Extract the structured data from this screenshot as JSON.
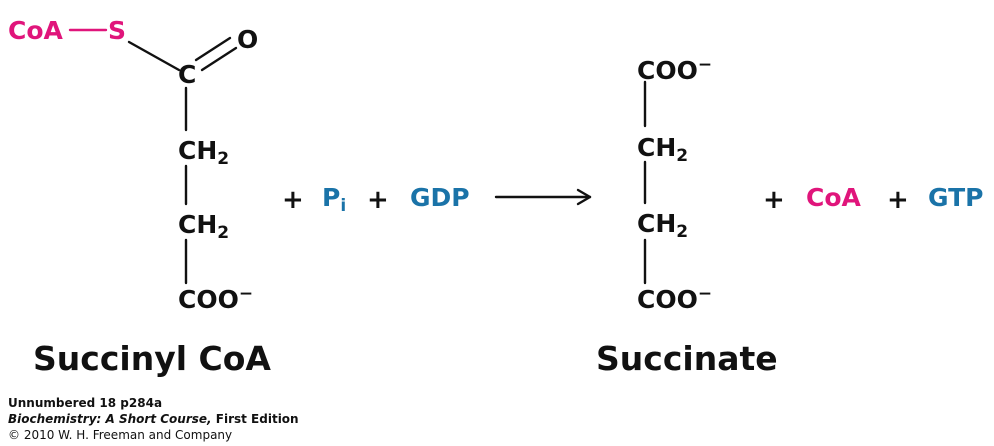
{
  "reaction": {
    "reactant": {
      "coa_label": "CoA",
      "sulfur": "S",
      "carbonyl_c": "C",
      "oxygen": "O",
      "ch_upper": "CH",
      "ch_upper_sub": "2",
      "ch_lower": "CH",
      "ch_lower_sub": "2",
      "carboxylate": "COO",
      "carboxylate_charge": "−",
      "name": "Succinyl CoA"
    },
    "reagents": {
      "plus_1": "+",
      "pi_label": "P",
      "pi_sub": "i",
      "plus_2": "+",
      "gdp": "GDP"
    },
    "product": {
      "top_carboxylate": "COO",
      "top_charge": "−",
      "ch_upper": "CH",
      "ch_upper_sub": "2",
      "ch_lower": "CH",
      "ch_lower_sub": "2",
      "bottom_carboxylate": "COO",
      "bottom_charge": "−",
      "name": "Succinate"
    },
    "byproducts": {
      "plus_1": "+",
      "coa": "CoA",
      "plus_2": "+",
      "gtp": "GTP"
    }
  },
  "caption": {
    "line1": "Unnumbered 18 p284a",
    "book_title": "Biochemistry: A Short Course,",
    "edition": " First Edition",
    "line3": "© 2010 W. H. Freeman and Company"
  },
  "colors": {
    "coa_pink": "#e0157b",
    "nucleotide_blue": "#1a73a8",
    "ink": "#111111"
  }
}
